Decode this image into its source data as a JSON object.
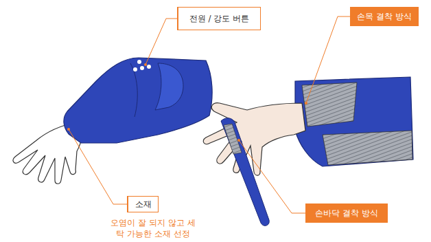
{
  "diagram": {
    "nodes": [
      {
        "text": [
          "전원 / 강도 버튼"
        ]
      },
      {
        "text": [
          "손목 결착 방식"
        ]
      },
      {
        "text": [
          "소재"
        ]
      },
      {
        "text": [
          "손바닥 결착 방식"
        ]
      }
    ],
    "labels": [
      "오염이 잘 되지 않고 세탁 가능한 소재 선정"
    ]
  }
}
